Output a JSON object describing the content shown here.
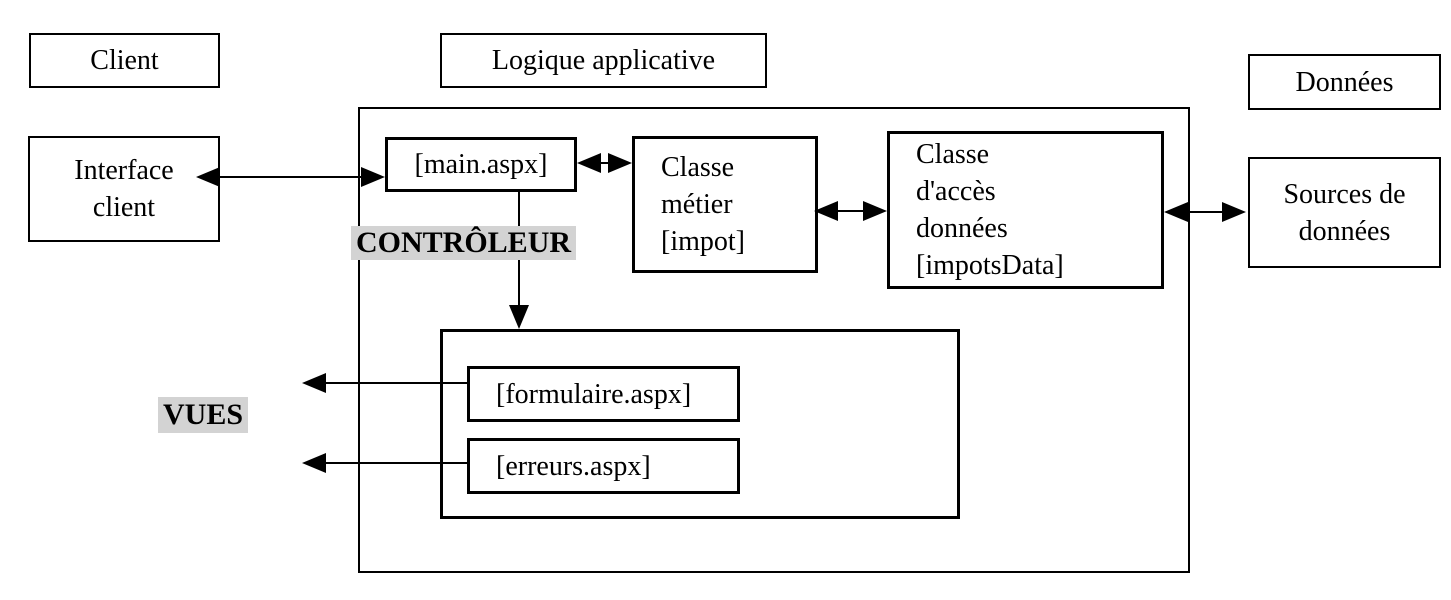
{
  "colors": {
    "line": "#000000",
    "highlight_bg": "#d3d3d3",
    "page_bg": "#ffffff"
  },
  "layers": {
    "client": {
      "label": "Client"
    },
    "logique": {
      "label": "Logique applicative"
    },
    "donnees": {
      "label": "Données"
    }
  },
  "nodes": {
    "interface_client": {
      "lines": [
        "Interface",
        "client"
      ]
    },
    "main": {
      "label": "[main.aspx]"
    },
    "classe_metier": {
      "lines": [
        "Classe",
        "métier",
        "[impot]"
      ]
    },
    "classe_acces": {
      "lines": [
        "Classe",
        "d'accès",
        "données",
        "[impotsData]"
      ]
    },
    "sources": {
      "lines": [
        "Sources de",
        "données"
      ]
    },
    "formulaire": {
      "label": "[formulaire.aspx]"
    },
    "erreurs": {
      "label": "[erreurs.aspx]"
    }
  },
  "annotations": {
    "controleur": "CONTRÔLEUR",
    "vues": "VUES"
  }
}
